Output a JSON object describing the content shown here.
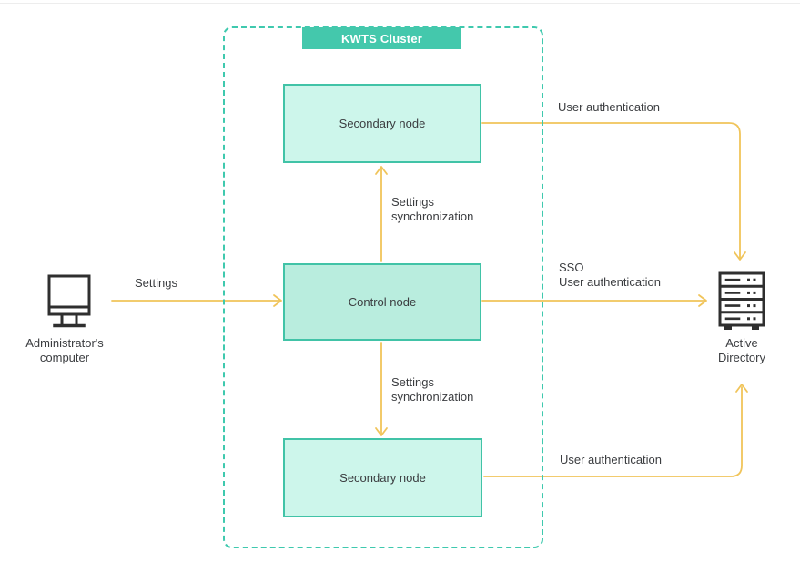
{
  "diagram": {
    "cluster": {
      "label": "KWTS Cluster"
    },
    "nodes": {
      "secondary_top": {
        "label": "Secondary node"
      },
      "control": {
        "label": "Control node"
      },
      "secondary_bottom": {
        "label": "Secondary node"
      }
    },
    "actors": {
      "admin_computer": {
        "icon": "desktop-computer-icon",
        "label_line1": "Administrator's",
        "label_line2": "computer"
      },
      "active_directory": {
        "icon": "server-rack-icon",
        "label_line1": "Active",
        "label_line2": "Directory"
      }
    },
    "edges": {
      "settings": {
        "label": "Settings"
      },
      "sync_top": {
        "label_line1": "Settings",
        "label_line2": "synchronization"
      },
      "sync_bottom": {
        "label_line1": "Settings",
        "label_line2": "synchronization"
      },
      "sso": {
        "label_line1": "SSO",
        "label_line2": "User authentication"
      },
      "auth_top": {
        "label": "User authentication"
      },
      "auth_bottom": {
        "label": "User authentication"
      }
    },
    "colors": {
      "cluster_teal": "#3fc9ae",
      "node_border": "#41c3a7",
      "secondary_fill": "#cdf6eb",
      "control_fill": "#b9edde",
      "arrow_yellow": "#f0c45a",
      "cluster_label_bg": "#44c8ac",
      "cluster_label_text": "#ffffff",
      "text": "#3b3d40",
      "icon_stroke": "#2f2f2f"
    }
  }
}
